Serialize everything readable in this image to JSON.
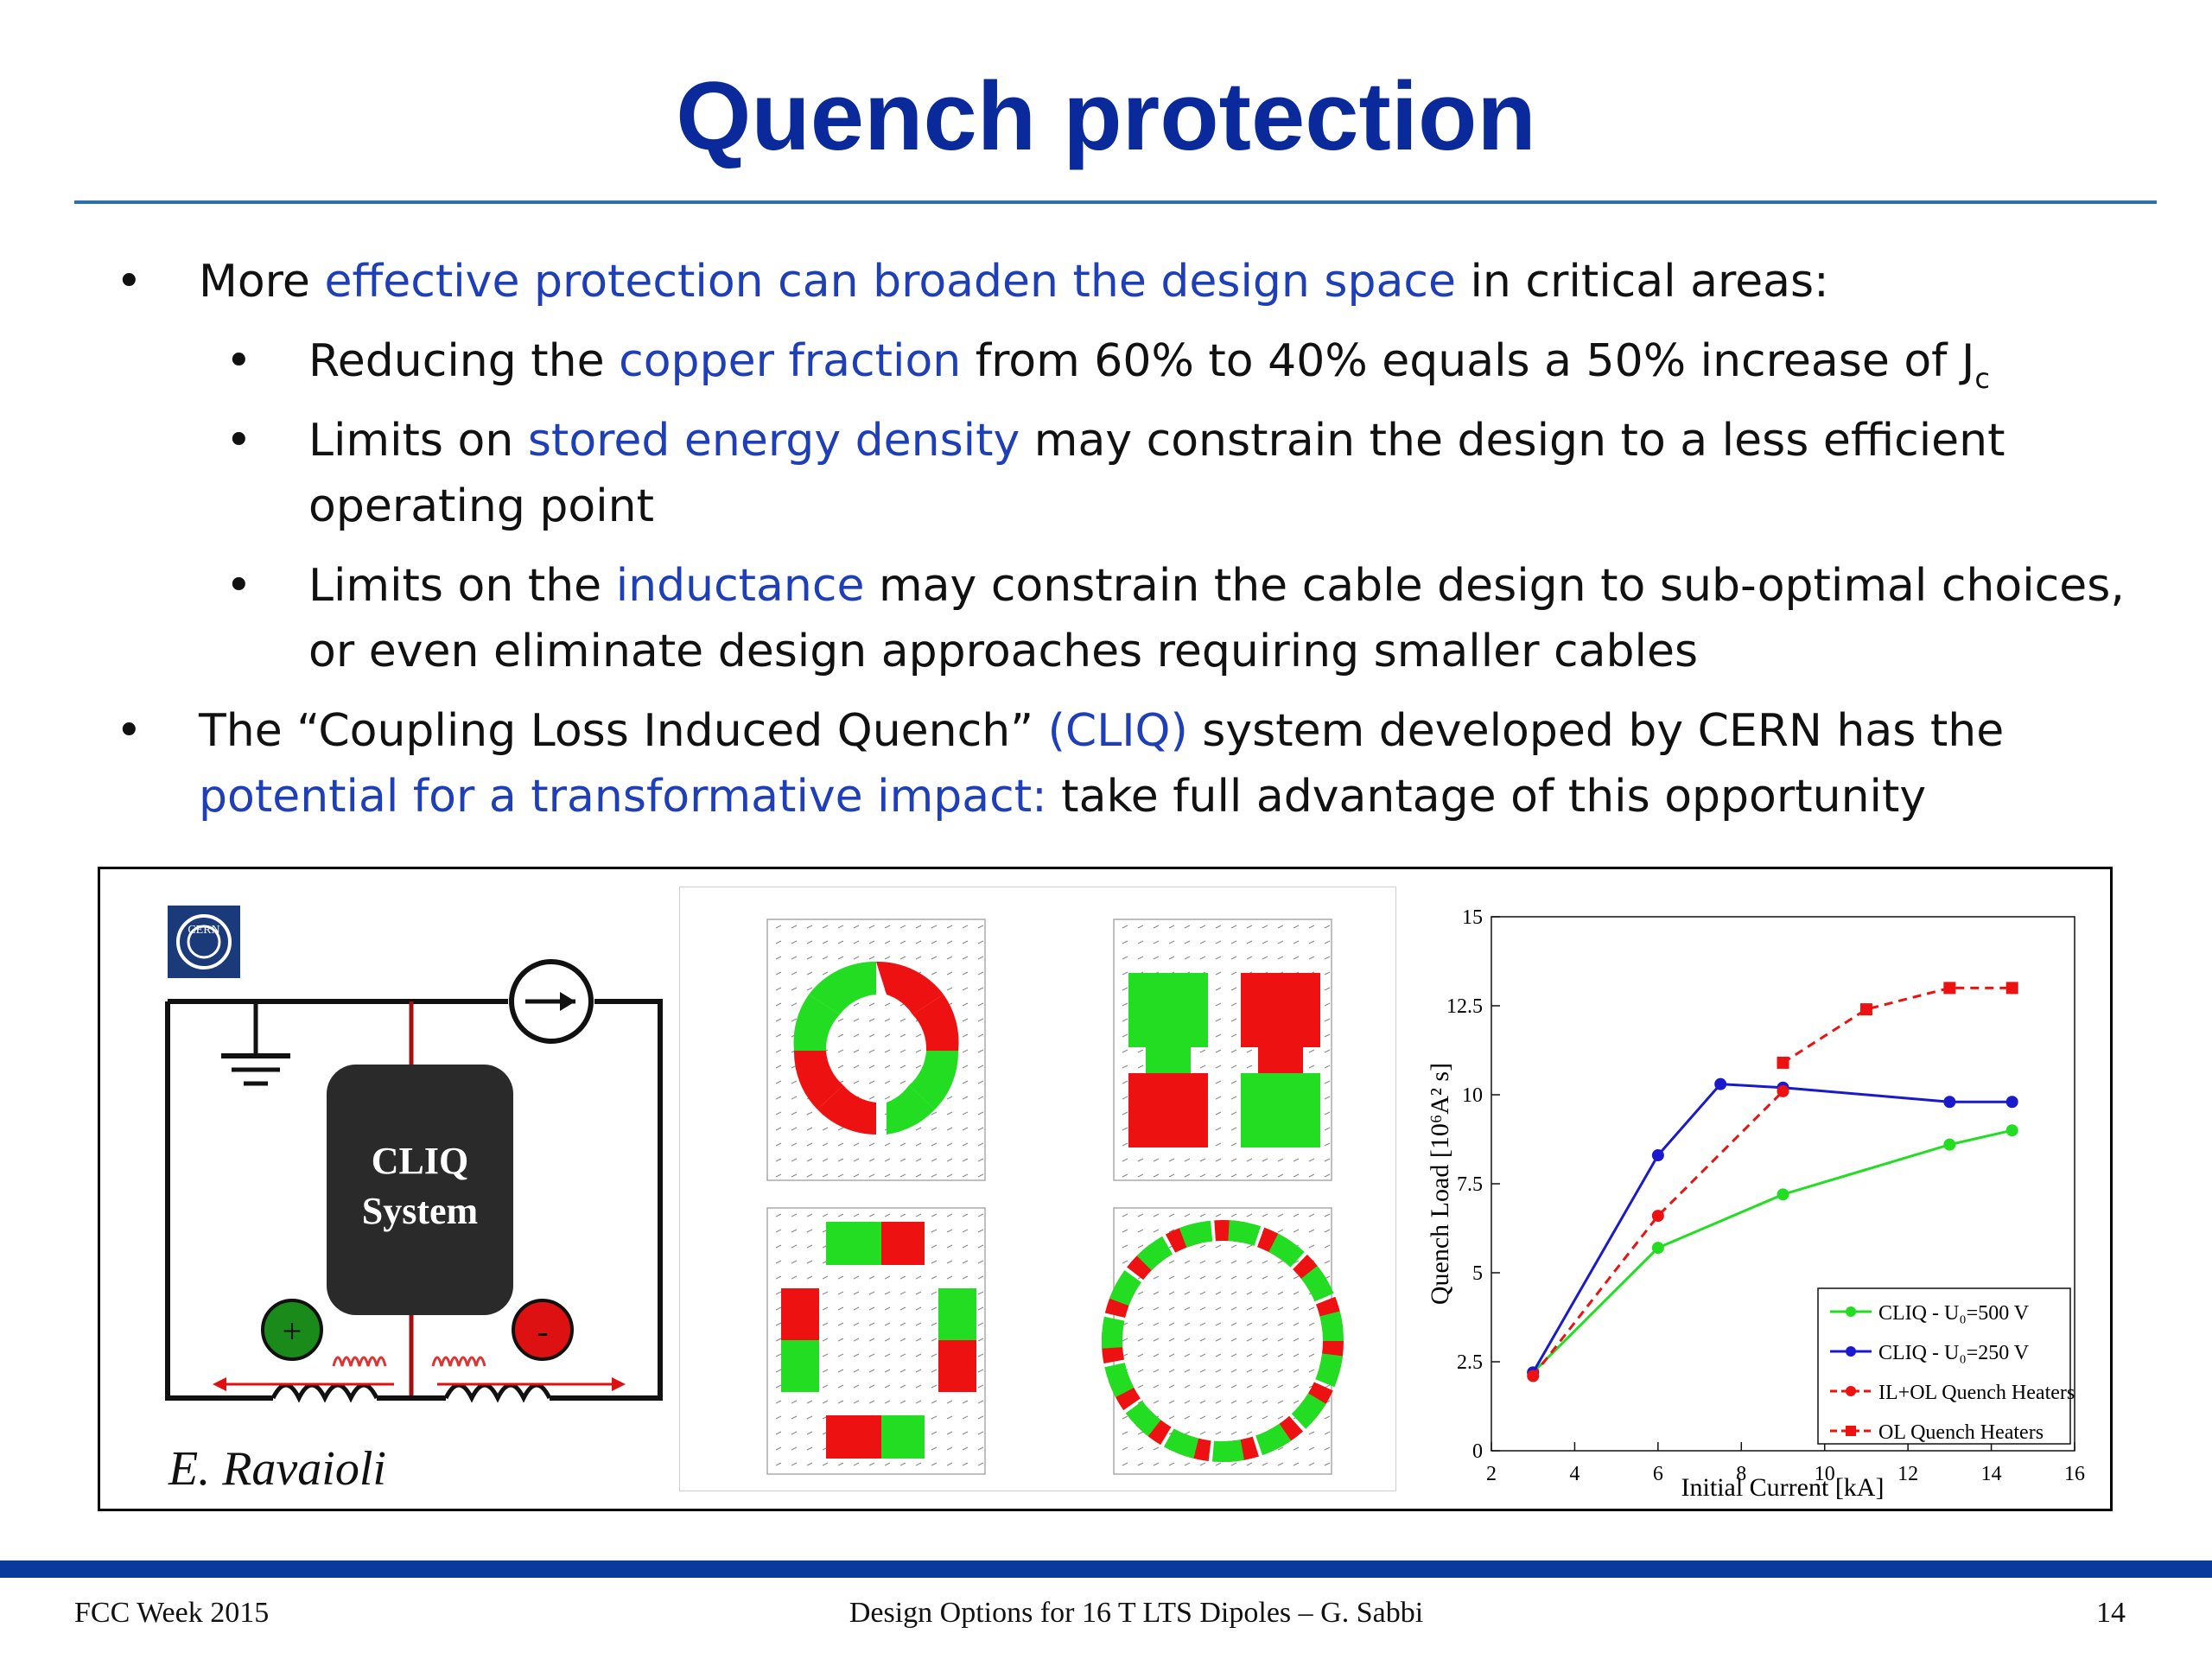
{
  "slide": {
    "title": "Quench protection",
    "bullets": [
      {
        "pre": "More ",
        "hl": "effective protection can broaden the design space",
        "post": " in critical areas:"
      },
      {
        "pre": "Reducing the ",
        "hl": "copper fraction",
        "post": " from 60% to 40% equals a 50% increase of J",
        "sub": "c"
      },
      {
        "pre": "Limits on ",
        "hl": "stored energy density",
        "post": " may constrain the design to a less efficient operating point"
      },
      {
        "pre": "Limits on the ",
        "hl": "inductance",
        "post": " may constrain the cable design to sub-optimal choices, or even eliminate  design approaches requiring smaller cables"
      },
      {
        "pre": "The “Coupling Loss Induced Quench” ",
        "hl": "(CLIQ)",
        "post": " system developed by CERN has the "
      },
      {
        "hl2": "potential for a transformative impact:",
        "post2": " take full advantage of this opportunity"
      }
    ]
  },
  "figure": {
    "cern_logo_text": "CERN",
    "cliq_box_line1": "CLIQ",
    "cliq_box_line2": "System",
    "plus_sign": "+",
    "minus_sign": "-",
    "author": "E. Ravaioli",
    "colors": {
      "green": "#22dd22",
      "red": "#ee1111",
      "blue": "#1a1acc",
      "cliq_box": "#2a2a2a"
    }
  },
  "chart_data": {
    "type": "line",
    "xlabel": "Initial Current [kA]",
    "ylabel": "Quench Load [10⁶A² s]",
    "xlim": [
      2,
      16
    ],
    "ylim": [
      0,
      15
    ],
    "xticks": [
      "2",
      "4",
      "6",
      "8",
      "10",
      "12",
      "14",
      "16"
    ],
    "yticks": [
      "0",
      "2.5",
      "5",
      "7.5",
      "10",
      "12.5",
      "15"
    ],
    "legend_position": "bottom-right",
    "series": [
      {
        "name": "CLIQ - U₀=500 V",
        "color": "#22dd22",
        "style": "solid",
        "marker": "circle",
        "x": [
          3,
          6,
          9,
          13,
          14.5
        ],
        "y": [
          2.2,
          5.7,
          7.2,
          8.6,
          9.0
        ]
      },
      {
        "name": "CLIQ - U₀=250 V",
        "color": "#1a1acc",
        "style": "solid",
        "marker": "circle",
        "x": [
          3,
          6,
          7.5,
          9,
          13,
          14.5
        ],
        "y": [
          2.2,
          8.3,
          10.3,
          10.2,
          9.8,
          9.8
        ]
      },
      {
        "name": "IL+OL Quench Heaters",
        "color": "#ee1111",
        "style": "dashed",
        "marker": "circle",
        "x": [
          3,
          6,
          9
        ],
        "y": [
          2.1,
          6.6,
          10.1
        ]
      },
      {
        "name": "OL Quench Heaters",
        "color": "#ee1111",
        "style": "dashed",
        "marker": "square",
        "x": [
          9,
          11,
          13,
          14.5
        ],
        "y": [
          10.9,
          12.4,
          13.0,
          13.0
        ]
      }
    ]
  },
  "footer": {
    "left": "FCC Week 2015",
    "center": "Design Options for 16 T LTS Dipoles – G. Sabbi",
    "right": "14"
  }
}
